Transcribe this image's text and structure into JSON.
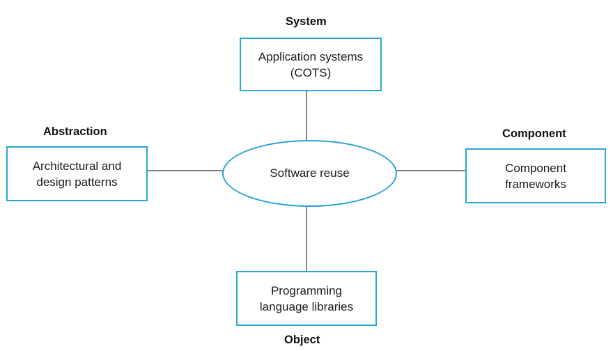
{
  "center": {
    "label": "Software reuse"
  },
  "nodes": {
    "top": {
      "category": "System",
      "lines": [
        "Application systems",
        "(COTS)"
      ]
    },
    "left": {
      "category": "Abstraction",
      "lines": [
        "Architectural and",
        "design patterns"
      ]
    },
    "right": {
      "category": "Component",
      "lines": [
        "Component",
        "frameworks"
      ]
    },
    "bottom": {
      "category": "Object",
      "lines": [
        "Programming",
        "language libraries"
      ]
    }
  },
  "colors": {
    "box_border": "#29a3d8",
    "connector": "#333333",
    "text": "#1a1a1a"
  }
}
